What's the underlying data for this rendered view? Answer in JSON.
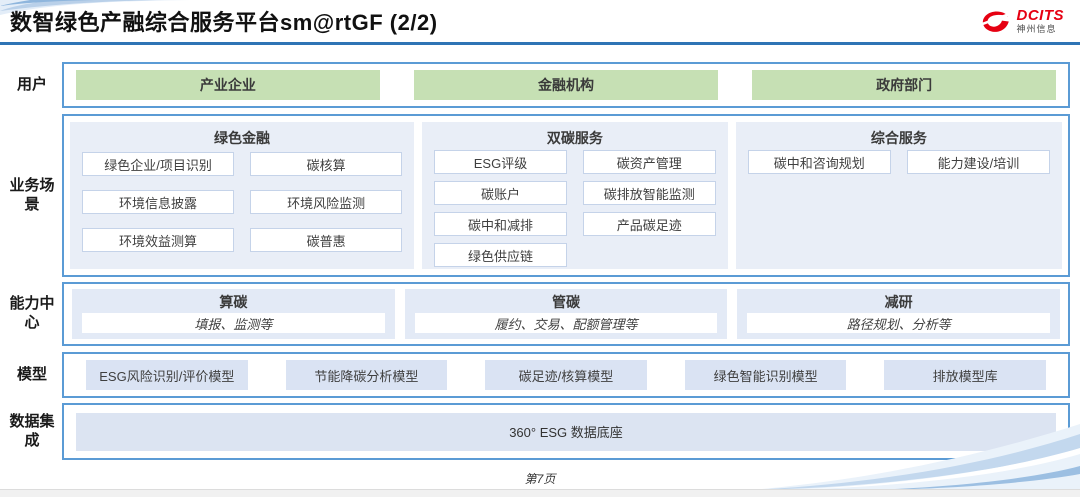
{
  "header": {
    "title": "数智绿色产融综合服务平台sm@rtGF (2/2)",
    "logo": {
      "brand": "DCITS",
      "company": "神州信息"
    }
  },
  "rows": {
    "users": {
      "label": "用户",
      "items": [
        "产业企业",
        "金融机构",
        "政府部门"
      ]
    },
    "scenarios": {
      "label": "业务场景",
      "columns": [
        {
          "title": "绿色金融",
          "items": [
            "绿色企业/项目识别",
            "碳核算",
            "环境信息披露",
            "环境风险监测",
            "环境效益测算",
            "碳普惠"
          ]
        },
        {
          "title": "双碳服务",
          "items": [
            "ESG评级",
            "碳资产管理",
            "碳账户",
            "碳排放智能监测",
            "碳中和减排",
            "产品碳足迹",
            "绿色供应链"
          ]
        },
        {
          "title": "综合服务",
          "items": [
            "碳中和咨询规划",
            "能力建设/培训"
          ]
        }
      ]
    },
    "capabilities": {
      "label": "能力中心",
      "columns": [
        {
          "title": "算碳",
          "desc": "填报、监测等"
        },
        {
          "title": "管碳",
          "desc": "履约、交易、配额管理等"
        },
        {
          "title": "减研",
          "desc": "路径规划、分析等"
        }
      ]
    },
    "models": {
      "label": "模型",
      "items": [
        "ESG风险识别/评价模型",
        "节能降碳分析模型",
        "碳足迹/核算模型",
        "绿色智能识别模型",
        "排放模型库"
      ]
    },
    "dataset": {
      "label": "数据集成",
      "items": [
        "360° ESG 数据底座"
      ]
    }
  },
  "footer": {
    "page": "第7页"
  },
  "colors": {
    "accent_blue": "#5b9bd5",
    "underline_blue": "#2e74b5",
    "panel_blue": "#e9eef7",
    "box_blue": "#dae3f3",
    "green": "#c6e0b4",
    "logo_red": "#e60012"
  }
}
